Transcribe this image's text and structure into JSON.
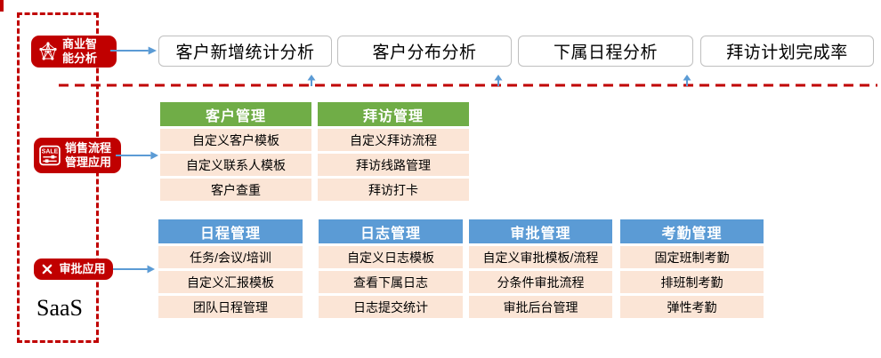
{
  "colors": {
    "accent_red": "#C00000",
    "green_header": "#70AD47",
    "blue_header": "#5B9BD5",
    "row_peach": "#FBE5D6",
    "box_border_gray": "#BFBFBF",
    "arrow_blue": "#5B9BD5"
  },
  "left_panel": {
    "labels": [
      {
        "text": "商业智能分析",
        "icon": "network-graph-icon"
      },
      {
        "text": "销售流程管理应用",
        "icon": "sale-sliders-icon"
      },
      {
        "text": "审批应用",
        "icon": "crossed-tools-icon"
      }
    ],
    "platform_label": "SaaS"
  },
  "sale_icon_text": "SALE",
  "top_boxes": [
    "客户新增统计分析",
    "客户分布分析",
    "下属日程分析",
    "拜访计划完成率"
  ],
  "middle_tables": [
    {
      "header": "客户管理",
      "rows": [
        "自定义客户模板",
        "自定义联系人模板",
        "客户查重"
      ]
    },
    {
      "header": "拜访管理",
      "rows": [
        "自定义拜访流程",
        "拜访线路管理",
        "拜访打卡"
      ]
    }
  ],
  "bottom_tables": [
    {
      "header": "日程管理",
      "rows": [
        "任务/会议/培训",
        "自定义汇报模板",
        "团队日程管理"
      ]
    },
    {
      "header": "日志管理",
      "rows": [
        "自定义日志模板",
        "查看下属日志",
        "日志提交统计"
      ]
    },
    {
      "header": "审批管理",
      "rows": [
        "自定义审批模板/流程",
        "分条件审批流程",
        "审批后台管理"
      ]
    },
    {
      "header": "考勤管理",
      "rows": [
        "固定班制考勤",
        "排班制考勤",
        "弹性考勤"
      ]
    }
  ]
}
